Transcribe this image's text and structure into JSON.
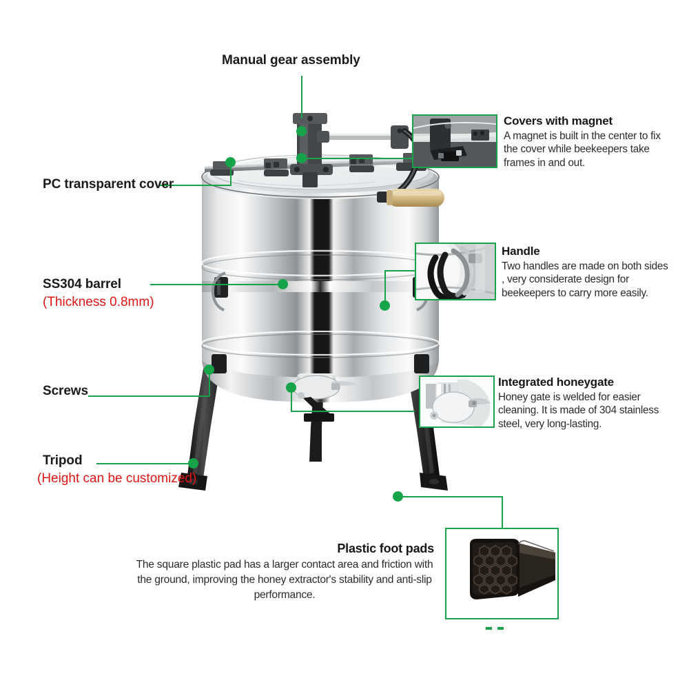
{
  "diagram": {
    "subject": "Manual honey extractor",
    "accent_color": "#16a34a",
    "note_color": "#e11414",
    "text_color": "#1a1a1a"
  },
  "labels": {
    "gear": "Manual gear assembly",
    "cover": "PC transparent cover",
    "barrel": "SS304 barrel",
    "barrel_note": "(Thickness 0.8mm)",
    "screws": "Screws",
    "tripod": "Tripod",
    "tripod_note": "(Height can be customized)"
  },
  "callouts": [
    {
      "id": "covers-with-magnet",
      "title": "Covers with magnet",
      "body": "A magnet is built in the center to fix the cover while beekeepers take frames in and out.",
      "photo": "cover-magnet-photo"
    },
    {
      "id": "handle",
      "title": "Handle",
      "body": "Two handles are made on both sides , very considerate design for beekeepers to carry more easily.",
      "photo": "handle-photo"
    },
    {
      "id": "integrated-honeygate",
      "title": "Integrated honeygate",
      "body": "Honey gate is welded for easier cleaning. It is made of 304 stainless steel, very long-lasting.",
      "photo": "honeygate-photo"
    },
    {
      "id": "plastic-foot-pads",
      "title": "Plastic foot pads",
      "body": "The square plastic pad has a larger contact area and friction with the ground, improving the honey extractor's stability and anti-slip performance.",
      "photo": "foot-pad-photo"
    }
  ]
}
